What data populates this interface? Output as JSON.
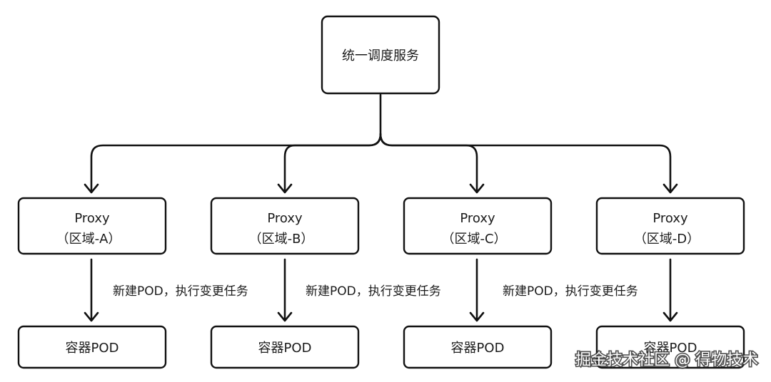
{
  "root": {
    "label": "统一调度服务"
  },
  "proxies": [
    {
      "title": "Proxy",
      "region": "（区域-A）"
    },
    {
      "title": "Proxy",
      "region": "（区域-B）"
    },
    {
      "title": "Proxy",
      "region": "（区域-C）"
    },
    {
      "title": "Proxy",
      "region": "（区域-D）"
    }
  ],
  "edge_labels": [
    "新建POD，执行变更任务",
    "新建POD，执行变更任务",
    "新建POD，执行变更任务"
  ],
  "pods": [
    {
      "label": "容器POD"
    },
    {
      "label": "容器POD"
    },
    {
      "label": "容器POD"
    },
    {
      "label": "容器POD"
    }
  ],
  "watermark": "掘金技术社区 @ 得物技术"
}
